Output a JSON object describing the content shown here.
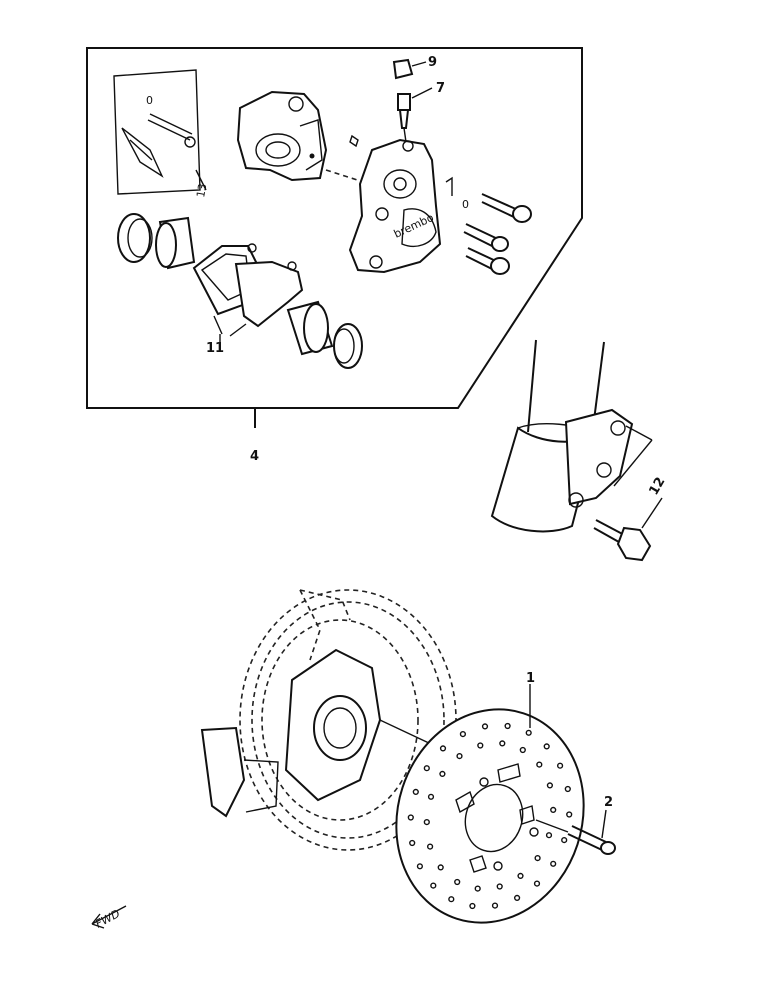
{
  "callouts": {
    "c1": "1",
    "c2": "2",
    "c4": "4",
    "c7": "7",
    "c9": "9",
    "c11": "11",
    "c12": "12",
    "c13": "13"
  },
  "front_mark": "FWD"
}
